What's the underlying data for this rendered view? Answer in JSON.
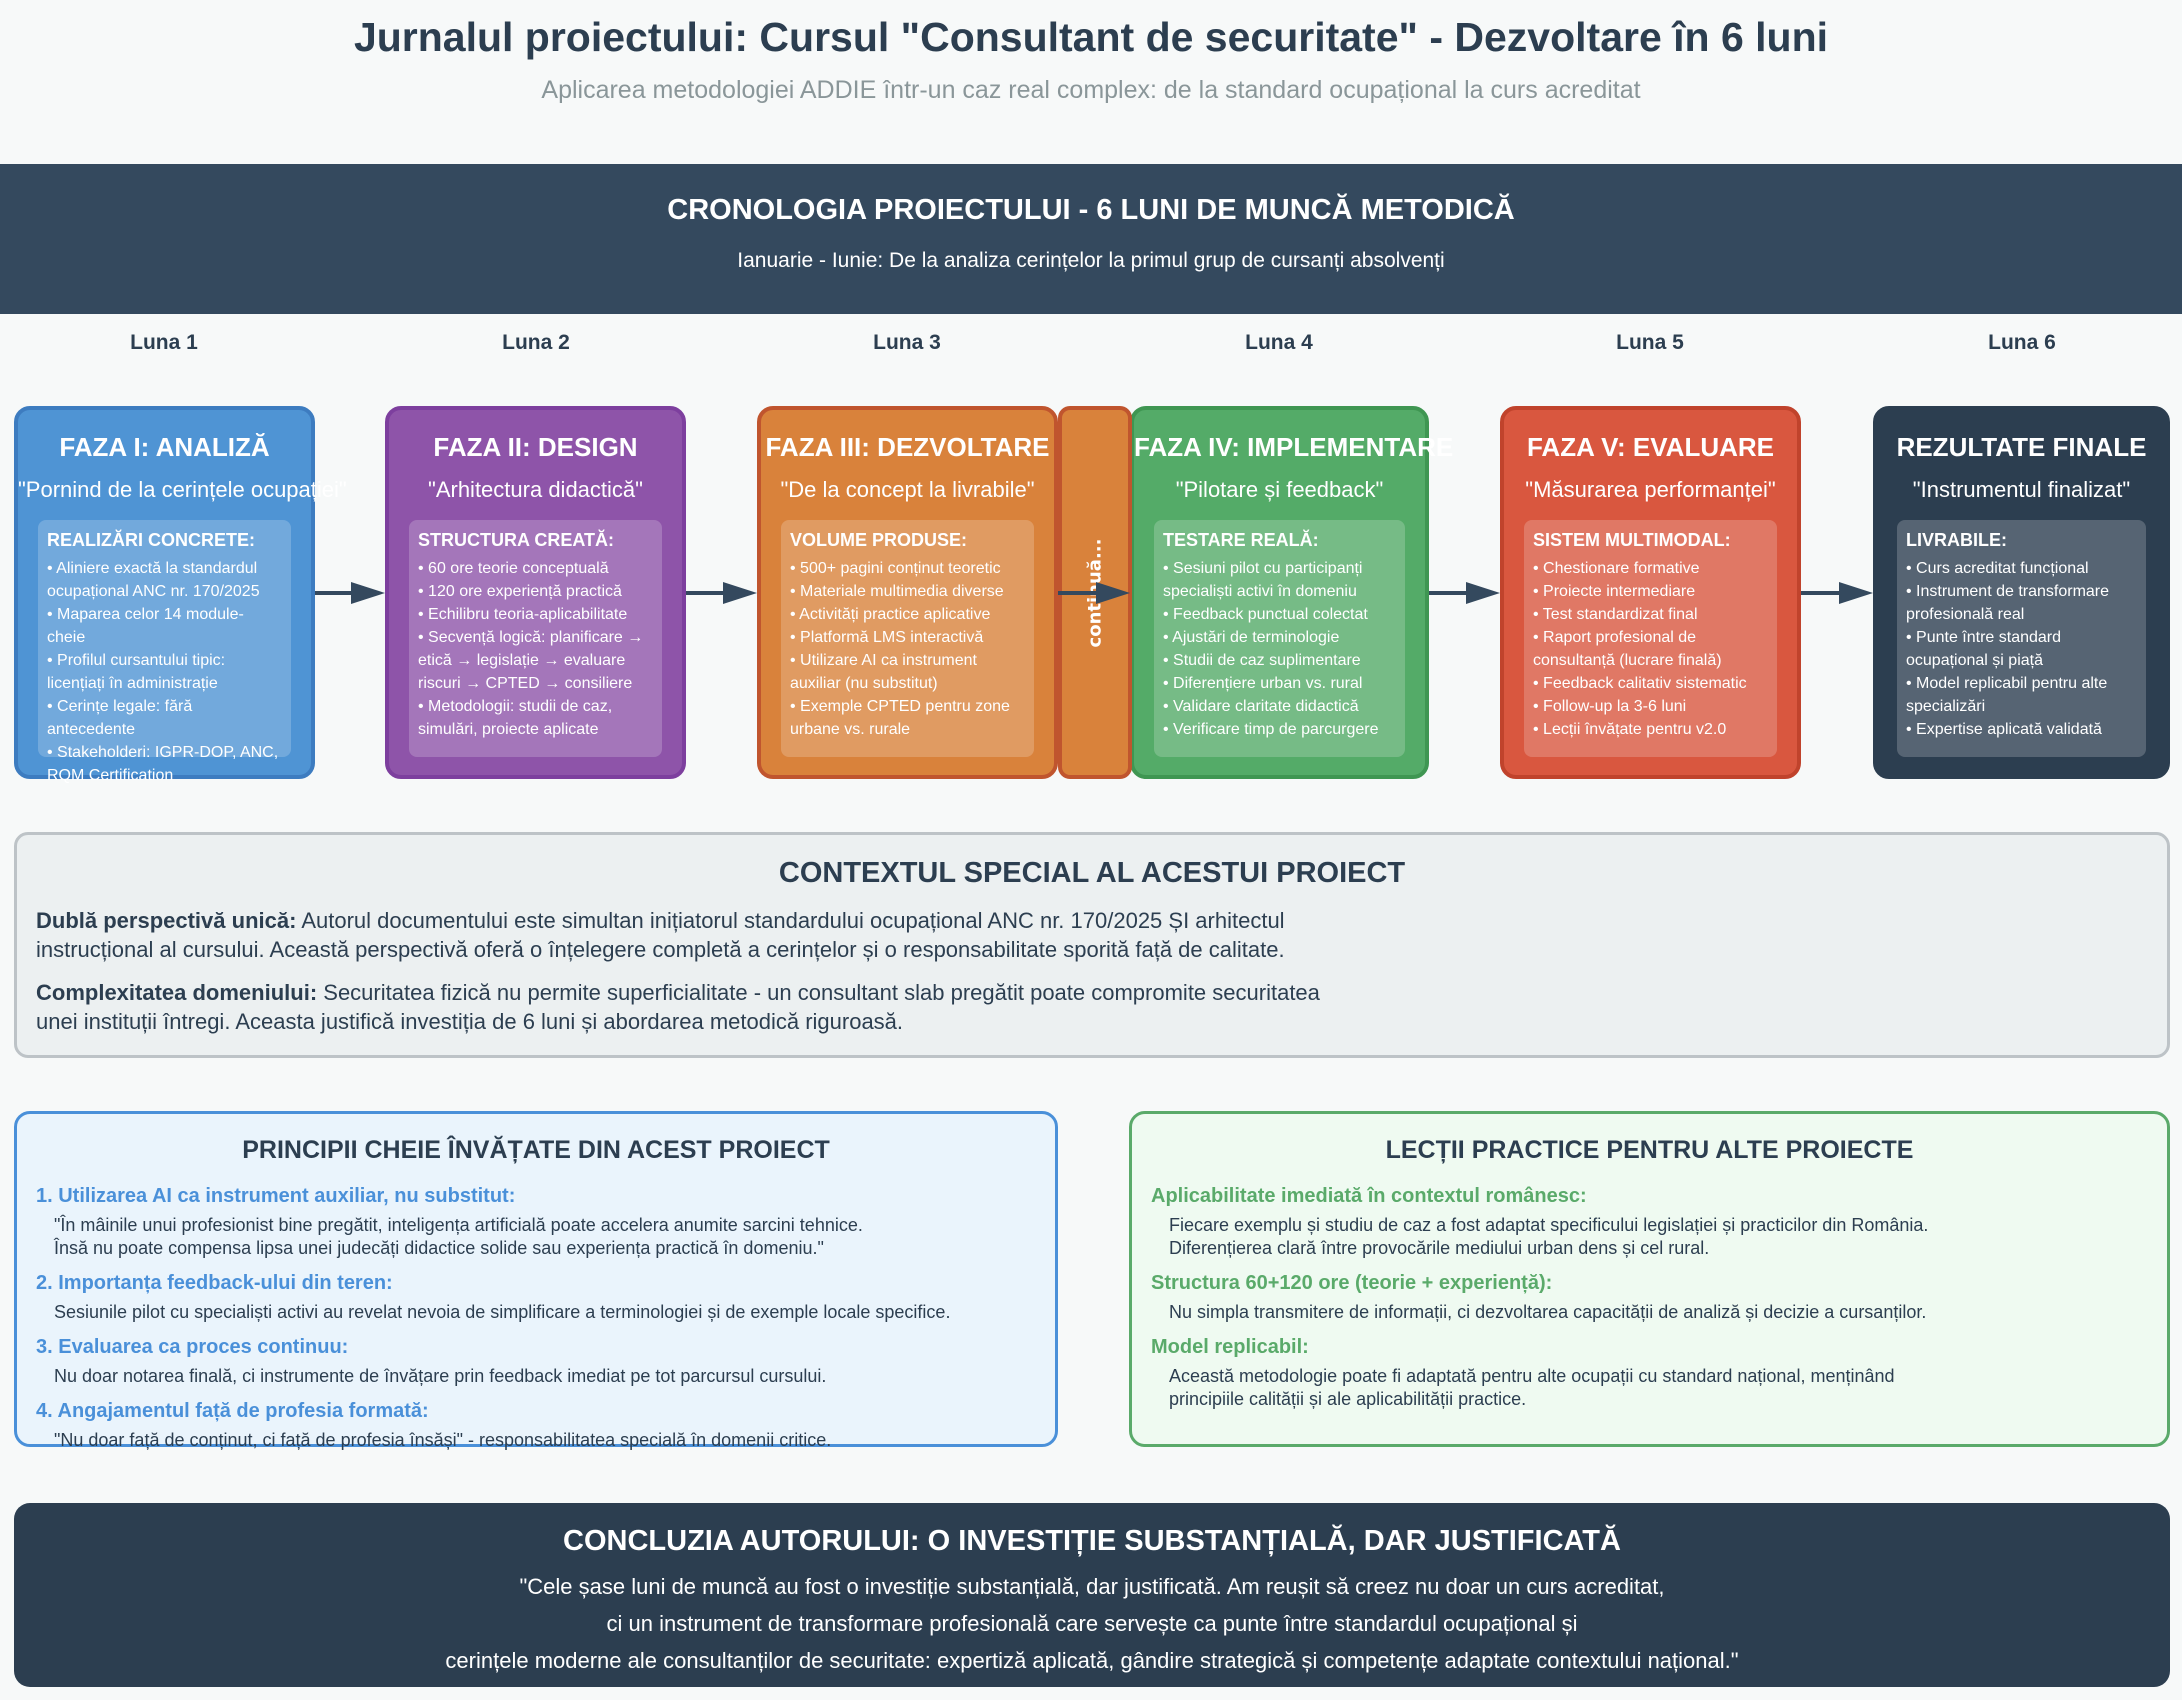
{
  "header": {
    "title": "Jurnalul proiectului: Cursul \"Consultant de securitate\" - Dezvoltare în 6 luni",
    "subtitle": "Aplicarea metodologiei ADDIE într-un caz real complex: de la standard ocupațional la curs acreditat"
  },
  "timeline": {
    "title": "CRONOLOGIA PROIECTULUI - 6 LUNI DE MUNCĂ METODICĂ",
    "subtitle": "Ianuarie - Iunie: De la analiza cerințelor la primul grup de cursanți absolvenți",
    "months": [
      "Luna 1",
      "Luna 2",
      "Luna 3",
      "Luna 4",
      "Luna 5",
      "Luna 6"
    ],
    "continue_label": "continuă...",
    "phases": [
      {
        "title": "FAZA I: ANALIZĂ",
        "quote": "\"Pornind de la cerințele ocupației\"",
        "color": "#4f94d4",
        "heading": "REALIZĂRI CONCRETE:",
        "items": [
          "• Aliniere exactă la standardul ocupațional ANC nr. 170/2025",
          "• Maparea celor 14 module-cheie",
          "• Profilul cursantului tipic: licențiați în administrație",
          "• Cerințe legale: fără antecedente",
          "• Stakeholderi: IGPR-DOP, ANC, RQM Certification"
        ]
      },
      {
        "title": "FAZA II: DESIGN",
        "quote": "\"Arhitectura didactică\"",
        "color": "#8e54a9",
        "heading": "STRUCTURA CREATĂ:",
        "items": [
          "• 60 ore teorie conceptuală",
          "• 120 ore experiență practică",
          "• Echilibru teoria-aplicabilitate",
          "• Secvență logică: planificare → etică → legislație → evaluare riscuri → CPTED → consiliere",
          "• Metodologii: studii de caz, simulări, proiecte aplicate"
        ]
      },
      {
        "title": "FAZA III: DEZVOLTARE",
        "quote": "\"De la concept la livrabile\"",
        "color": "#d9823b",
        "heading": "VOLUME PRODUSE:",
        "items": [
          "• 500+ pagini conținut teoretic",
          "• Materiale multimedia diverse",
          "• Activități practice aplicative",
          "• Platformă LMS interactivă",
          "• Utilizare AI ca instrument auxiliar (nu substitut)",
          "• Exemple CPTED pentru zone urbane vs. rurale"
        ]
      },
      {
        "title": "FAZA IV: IMPLEMENTARE",
        "quote": "\"Pilotare și feedback\"",
        "color": "#54ab68",
        "heading": "TESTARE REALĂ:",
        "items": [
          "• Sesiuni pilot cu participanți specialiști activi în domeniu",
          "• Feedback punctual colectat",
          "• Ajustări de terminologie",
          "• Studii de caz suplimentare",
          "• Diferențiere urban vs. rural",
          "• Validare claritate didactică",
          "• Verificare timp de parcurgere"
        ]
      },
      {
        "title": "FAZA V: EVALUARE",
        "quote": "\"Măsurarea performanței\"",
        "color": "#d9573f",
        "heading": "SISTEM MULTIMODAL:",
        "items": [
          "• Chestionare formative",
          "• Proiecte intermediare",
          "• Test standardizat final",
          "• Raport profesional de consultanță (lucrare finală)",
          "• Feedback calitativ sistematic",
          "• Follow-up la 3-6 luni",
          "• Lecții învățate pentru v2.0"
        ]
      },
      {
        "title": "REZULTATE FINALE",
        "quote": "\"Instrumentul finalizat\"",
        "color": "#2c3e50",
        "heading": "LIVRABILE:",
        "items": [
          "• Curs acreditat funcțional",
          "• Instrument de transformare profesională real",
          "• Punte între standard ocupațional și piață",
          "• Model replicabil pentru alte specializări",
          "• Expertise aplicată validată"
        ]
      }
    ]
  },
  "context": {
    "title": "CONTEXTUL SPECIAL AL ACESTUI PROIECT",
    "paragraphs": [
      {
        "label": "Dublă perspectivă unică:",
        "text": " Autorul documentului este simultan inițiatorul standardului ocupațional ANC nr. 170/2025 ȘI arhitectul instrucțional al cursului. Această perspectivă oferă o înțelegere completă a cerințelor și o responsabilitate sporită față de calitate."
      },
      {
        "label": "Complexitatea domeniului:",
        "text": " Securitatea fizică nu permite superficialitate - un consultant slab pregătit poate compromite securitatea unei instituții întregi. Aceasta justifică investiția de 6 luni și abordarea metodică riguroasă."
      }
    ]
  },
  "principles": {
    "title": "PRINCIPII CHEIE ÎNVĂȚATE DIN ACEST PROIECT",
    "items": [
      {
        "heading": "1. Utilizarea AI ca instrument auxiliar, nu substitut:",
        "lines": [
          "\"În mâinile unui profesionist bine pregătit, inteligența artificială poate accelera anumite sarcini tehnice.",
          "Însă nu poate compensa lipsa unei judecăți didactice solide sau experiența practică în domeniu.\""
        ]
      },
      {
        "heading": "2. Importanța feedback-ului din teren:",
        "lines": [
          "Sesiunile pilot cu specialiști activi au revelat nevoia de simplificare a terminologiei și de exemple locale specifice."
        ]
      },
      {
        "heading": "3. Evaluarea ca proces continuu:",
        "lines": [
          "Nu doar notarea finală, ci instrumente de învățare prin feedback imediat pe tot parcursul cursului."
        ]
      },
      {
        "heading": "4. Angajamentul față de profesia formată:",
        "lines": [
          "\"Nu doar față de conținut, ci față de profesia însăși\" - responsabilitatea specială în domenii critice."
        ]
      }
    ]
  },
  "lessons": {
    "title": "LECȚII PRACTICE PENTRU ALTE PROIECTE",
    "items": [
      {
        "heading": "Aplicabilitate imediată în contextul românesc:",
        "lines": [
          "Fiecare exemplu și studiu de caz a fost adaptat specificului legislației și practicilor din România.",
          "Diferențierea clară între provocările mediului urban dens și cel rural."
        ]
      },
      {
        "heading": "Structura 60+120 ore (teorie + experiență):",
        "lines": [
          "Nu simpla transmitere de informații, ci dezvoltarea capacității de analiză și decizie a cursanților."
        ]
      },
      {
        "heading": "Model replicabil:",
        "lines": [
          "Această metodologie poate fi adaptată pentru alte ocupații cu standard național, menținând",
          "principiile calității și ale aplicabilității practice."
        ]
      }
    ]
  },
  "conclusion": {
    "title": "CONCLUZIA AUTORULUI: O INVESTIȚIE SUBSTANȚIALĂ, DAR JUSTIFICATĂ",
    "lines": [
      "\"Cele șase luni de muncă au fost o investiție substanțială, dar justificată. Am reușit să creez nu doar un curs acreditat,",
      "ci un instrument de transformare profesională care servește ca punte între standardul ocupațional și",
      "cerințele moderne ale consultanților de securitate: expertiză aplicată, gândire strategică și competențe adaptate contextului național.\""
    ]
  }
}
